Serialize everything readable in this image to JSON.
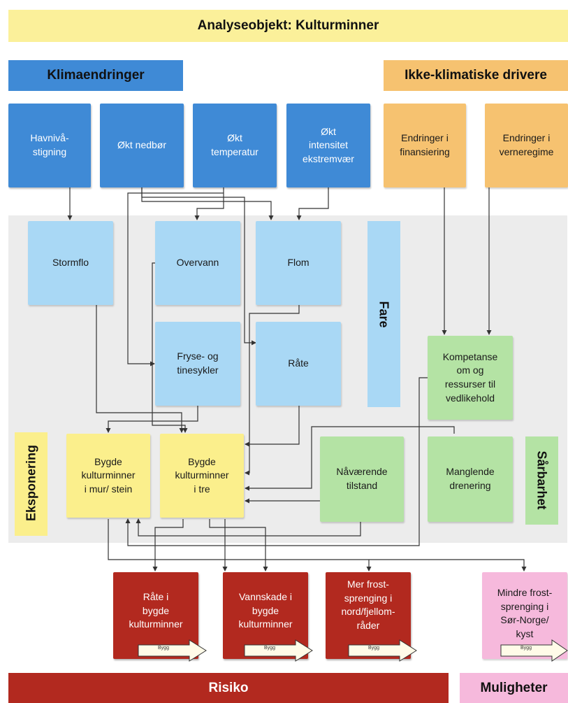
{
  "title": "Analyseobjekt: Kulturminner",
  "headers": {
    "climate": "Klimaendringer",
    "nonclimate": "Ikke-klimatiske drivere",
    "risk": "Risiko",
    "opportunities": "Muligheter"
  },
  "side_labels": {
    "hazard": "Fare",
    "exposure": "Eksponering",
    "vulnerability": "Sårbarhet"
  },
  "nodes": {
    "sea_level": "Havnivå-\nstigning",
    "precip": "Økt nedbør",
    "temp": "Økt\ntemperatur",
    "extreme": "Økt\nintensitet\nekstremvær",
    "financing": "Endringer i\nfinansiering",
    "protection": "Endringer i\nverneregime",
    "storm_surge": "Stormflo",
    "surface_water": "Overvann",
    "flood": "Flom",
    "freeze_thaw": "Fryse- og\ntinesykler",
    "rot": "Råte",
    "competence": "Kompetanse\nom og\nressurser til\nvedlikehold",
    "masonry": "Bygde\nkulturminner\ni mur/ stein",
    "wood": "Bygde\nkulturminner\ni tre",
    "current_state": "Nåværende\ntilstand",
    "drainage": "Manglende\ndrenering",
    "rot_risk": "Råte i\nbygde\nkulturminner",
    "water_damage": "Vannskade i\nbygde\nkulturminner",
    "frost_north": "Mer frost-\nsprenging i\nnord/fjellom-\nråder",
    "frost_south": "Mindre frost-\nsprenging i\nSør-Norge/\nkyst"
  },
  "tags": [
    "Bygg",
    "Bygg",
    "Bygg",
    "Bygg"
  ],
  "colors": {
    "title_band": "#fbf09a",
    "climate_header": "#3f8ad6",
    "nonclimate_header": "#f6c270",
    "climate_driver": "#3f8ad6",
    "hazard": "#a9d8f5",
    "nonclimate_driver": "#f6c270",
    "exposure": "#fbef8c",
    "vulnerability": "#b4e3a4",
    "risk": "#b2291f",
    "opportunity": "#f6b9dc",
    "panel": "#ececec"
  }
}
